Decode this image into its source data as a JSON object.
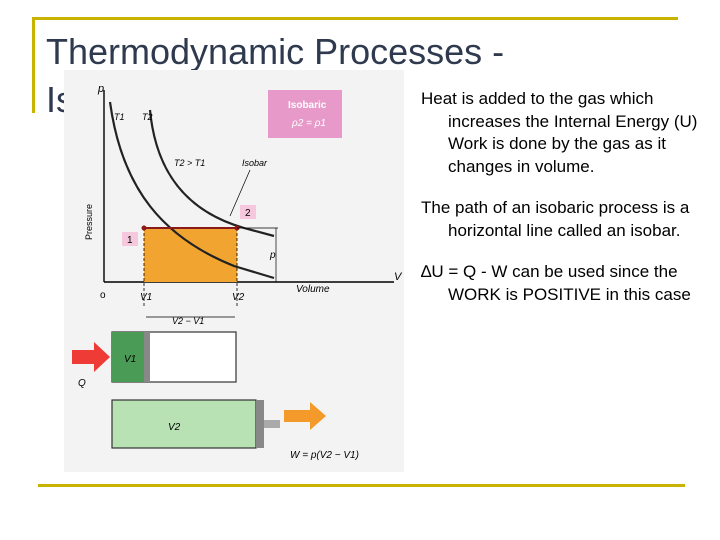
{
  "slide": {
    "title_line1": "Thermodynamic Processes -",
    "title_line2": "Is",
    "bullets": [
      "Heat is added to the gas which increases the Internal Energy (U) Work is done by the gas as it changes in volume.",
      "The path of an isobaric process is a horizontal line called an isobar.",
      "∆U = Q - W can be used since the WORK is POSITIVE in this case"
    ]
  },
  "figure": {
    "legend_title": "Isobaric",
    "legend_eq": "ρ2 = ρ1",
    "axis_p": "p",
    "axis_v": "V",
    "origin": "o",
    "t1": "T1",
    "t2": "T2",
    "t_relation": "T2 > T1",
    "isobar_label": "Isobar",
    "pressure_label": "Pressure",
    "volume_label": "Volume",
    "point1": "1",
    "point2": "2",
    "p_marker": "p",
    "v1": "V1",
    "v2": "V2",
    "dv_label": "V2 − V1",
    "q_label": "Q",
    "v1_cyl": "V1",
    "v2_cyl": "V2",
    "work_eq": "W = p(V2 − V1)"
  },
  "colors": {
    "accent_rule": "#c8b400",
    "title": "#2f3a4f",
    "orange_fill": "#f2a431",
    "pink_legend": "#e79ac9",
    "arrow_red": "#ee3b36",
    "arrow_orange": "#f39a2a",
    "cylinder_green_dark": "#4a9b55",
    "cylinder_green_light": "#b8e2b4"
  }
}
